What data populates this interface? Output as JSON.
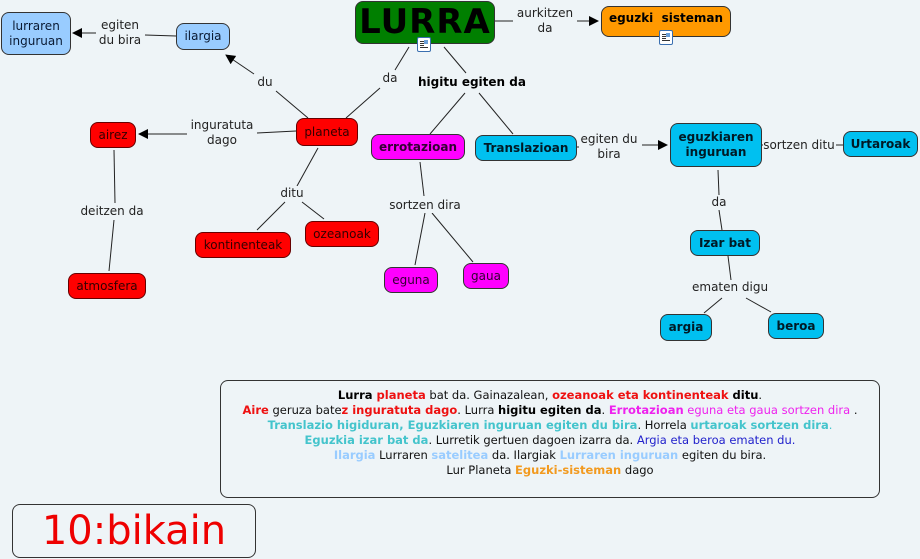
{
  "concept_map": {
    "nodes": {
      "lurra": {
        "label": "LURRA",
        "color": "#007f00"
      },
      "eguzki_sisteman": {
        "label": "eguzki  sisteman",
        "color": "#ff9900"
      },
      "ilargia": {
        "label": "ilargia",
        "color": "#99ccff"
      },
      "lurraren_inguruan": {
        "label": "lurraren\ninguruan",
        "color": "#99ccff"
      },
      "planeta": {
        "label": "planeta",
        "color": "#ff0000"
      },
      "airez": {
        "label": "airez",
        "color": "#ff0000"
      },
      "atmosfera": {
        "label": "atmosfera",
        "color": "#ff0000"
      },
      "kontinenteak": {
        "label": "kontinenteak",
        "color": "#ff0000"
      },
      "ozeanoak": {
        "label": "ozeanoak",
        "color": "#ff0000"
      },
      "errotazioan": {
        "label": "errotazioan",
        "color": "#ff00ff"
      },
      "eguna": {
        "label": "eguna",
        "color": "#ff00ff"
      },
      "gaua": {
        "label": "gaua",
        "color": "#ff00ff"
      },
      "translazioan": {
        "label": "Translazioan",
        "color": "#00c0f0"
      },
      "eguzkiaren_inguruan": {
        "label": "eguzkiaren\ninguruan",
        "color": "#00c0f0"
      },
      "urtaroak": {
        "label": "Urtaroak",
        "color": "#00c0f0"
      },
      "izar_bat": {
        "label": "Izar bat",
        "color": "#00c0f0"
      },
      "argia": {
        "label": "argia",
        "color": "#00c0f0"
      },
      "beroa": {
        "label": "beroa",
        "color": "#00c0f0"
      }
    },
    "linking_phrases": {
      "aurkitzen_da": "aurkitzen\nda",
      "egiten_du_bira_1": "egiten\ndu bira",
      "du": "du",
      "da_1": "da",
      "higitu_egiten_da": "higitu egiten da",
      "inguratuta_dago": "inguratuta\ndago",
      "deitzen_da": "deitzen da",
      "ditu": "ditu",
      "sortzen_dira": "sortzen dira",
      "egiten_du_bira_2": "egiten du\nbira",
      "sortzen_ditu": "sortzen ditu",
      "da_2": "da",
      "ematen_digu": "ematen digu"
    }
  },
  "summary": {
    "lines": [
      [
        {
          "t": "Lurra ",
          "c": "#000000",
          "b": true
        },
        {
          "t": "planeta",
          "c": "#ee1111",
          "b": true
        },
        {
          "t": " bat da. Gainazalean, ",
          "c": "#111111"
        },
        {
          "t": "ozeanoak eta kontinenteak",
          "c": "#ee1111",
          "b": true
        },
        {
          "t": " ditu",
          "c": "#000000",
          "b": true
        },
        {
          "t": ".",
          "c": "#111111"
        }
      ],
      [
        {
          "t": "Aire",
          "c": "#ee1111",
          "b": true
        },
        {
          "t": " geruza bate",
          "c": "#111111"
        },
        {
          "t": "z inguratuta dago",
          "c": "#ee1111",
          "b": true
        },
        {
          "t": ". Lurra ",
          "c": "#111111"
        },
        {
          "t": "higitu egiten da",
          "c": "#000000",
          "b": true
        },
        {
          "t": ". ",
          "c": "#111111"
        },
        {
          "t": "Errotazioan",
          "c": "#ee22ee",
          "b": true
        },
        {
          "t": " eguna eta gaua sortzen dira ",
          "c": "#ee22ee"
        },
        {
          "t": ".",
          "c": "#111111"
        }
      ],
      [
        {
          "t": "Translazio higiduran, Eguzkiaren inguruan egiten du bira",
          "c": "#44c4cc",
          "b": true
        },
        {
          "t": ". Horrela ",
          "c": "#111111"
        },
        {
          "t": "urtaroak sortzen dira",
          "c": "#44c4cc",
          "b": true
        },
        {
          "t": ".",
          "c": "#44c4cc"
        }
      ],
      [
        {
          "t": "Eguzkia izar bat da",
          "c": "#44c4cc",
          "b": true
        },
        {
          "t": ". Lurretik gertuen dagoen izarra da. ",
          "c": "#111111"
        },
        {
          "t": "Argia eta beroa ematen du.",
          "c": "#2222cc"
        }
      ],
      [
        {
          "t": "Ilargia",
          "c": "#99ccff",
          "b": true
        },
        {
          "t": " Lurraren ",
          "c": "#111111"
        },
        {
          "t": "satelitea",
          "c": "#99ccff",
          "b": true
        },
        {
          "t": " da. Ilargiak ",
          "c": "#111111"
        },
        {
          "t": "Lurraren inguruan",
          "c": "#99ccff",
          "b": true
        },
        {
          "t": " egiten du bira.",
          "c": "#111111"
        }
      ],
      [
        {
          "t": "Lur Planeta ",
          "c": "#111111"
        },
        {
          "t": "Eguzki-sisteman",
          "c": "#f29a1f",
          "b": true
        },
        {
          "t": " dago",
          "c": "#111111"
        }
      ]
    ]
  },
  "grade": {
    "label": "10:bikain",
    "color": "#ee0000"
  },
  "icons": {
    "resource": "document-image-icon"
  }
}
